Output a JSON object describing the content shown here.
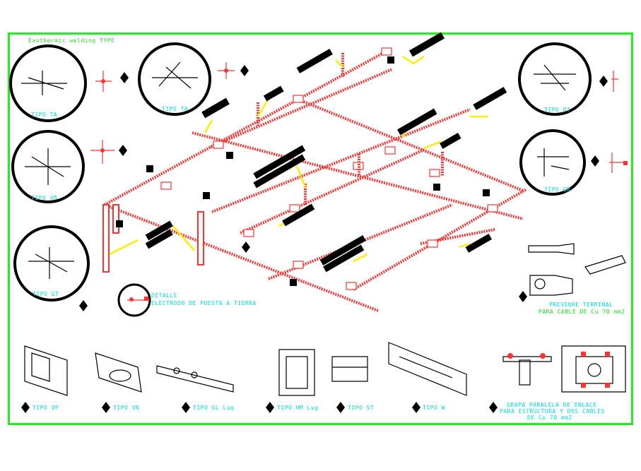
{
  "title": "Exothermic welding TYPE",
  "detail_label": "DETALLE",
  "detail_sub": "ELECTRODO DE PUESTA A TIERRA",
  "round_types": [
    {
      "label": "TIPO TA",
      "icon": "ta-connection-icon"
    },
    {
      "label": "TIPO TA",
      "icon": "ta-connection-icon"
    },
    {
      "label": "TIPO XB",
      "icon": "xb-connection-icon"
    },
    {
      "label": "TIPO GT",
      "icon": "gt-connection-icon"
    },
    {
      "label": "TIPO PT",
      "icon": "pt-connection-icon"
    },
    {
      "label": "TIPO GR",
      "icon": "gr-connection-icon"
    }
  ],
  "bottom_types": [
    "TIPO VP",
    "TIPO VN",
    "TIPO GL Lug",
    "TIPO HM Lug",
    "TIPO ST",
    "TIPO W"
  ],
  "pressure_terminal": {
    "line1": "PRESSURE TERMINAL",
    "line2": "PARA CABLE DE Cu 70 mm2"
  },
  "grapa": {
    "line1": "GRAPA PARALELA DE ENLACE",
    "line2": "PARA ESTRUCTURA Y DOS CABLES",
    "line3": "DE Cu 70 mm2"
  },
  "colors": {
    "frame": "#22ee22",
    "text": "#00dddd",
    "conductor": "#ff3333",
    "leader": "#ffee00",
    "circle": "#000000"
  }
}
